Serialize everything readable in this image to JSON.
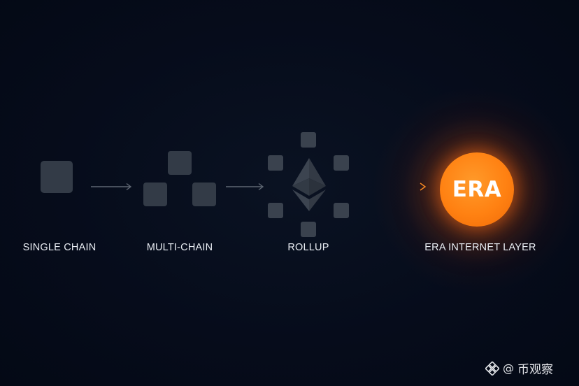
{
  "stages": [
    {
      "label": "SINGLE CHAIN"
    },
    {
      "label": "MULTI-CHAIN"
    },
    {
      "label": "ROLLUP"
    },
    {
      "label": "ERA INTERNET LAYER"
    }
  ],
  "era_badge": {
    "text": "ERA",
    "color": "#ff8a1a"
  },
  "watermark": {
    "at": "@",
    "name": "币观察"
  },
  "colors": {
    "background": "#050b1a",
    "tile": "#333b47",
    "arrow": "#6b7280",
    "accent": "#ff8a1a",
    "label": "#e9edf3"
  },
  "icons": {
    "rollup_center": "ethereum-icon",
    "watermark_logo": "binance-logo-icon"
  }
}
